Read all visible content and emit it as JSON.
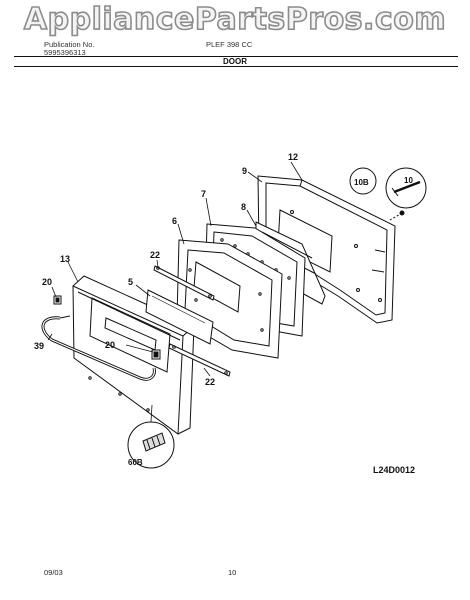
{
  "watermark": "AppliancePartsPros.com",
  "header": {
    "left_line1": "Publication No.",
    "left_line2": "5995396313",
    "model": "PLEF 398 CC",
    "section": "DOOR"
  },
  "diagram": {
    "code": "L24D0012",
    "labels": {
      "p12": "12",
      "p9": "9",
      "p10b": "10B",
      "p10": "10",
      "p7": "7",
      "p8": "8",
      "p6": "6",
      "p22a": "22",
      "p13": "13",
      "p5": "5",
      "p20a": "20",
      "p39": "39",
      "p20b": "20",
      "p22b": "22",
      "p60b": "60B"
    }
  },
  "footer": {
    "date": "09/03",
    "page": "10"
  }
}
